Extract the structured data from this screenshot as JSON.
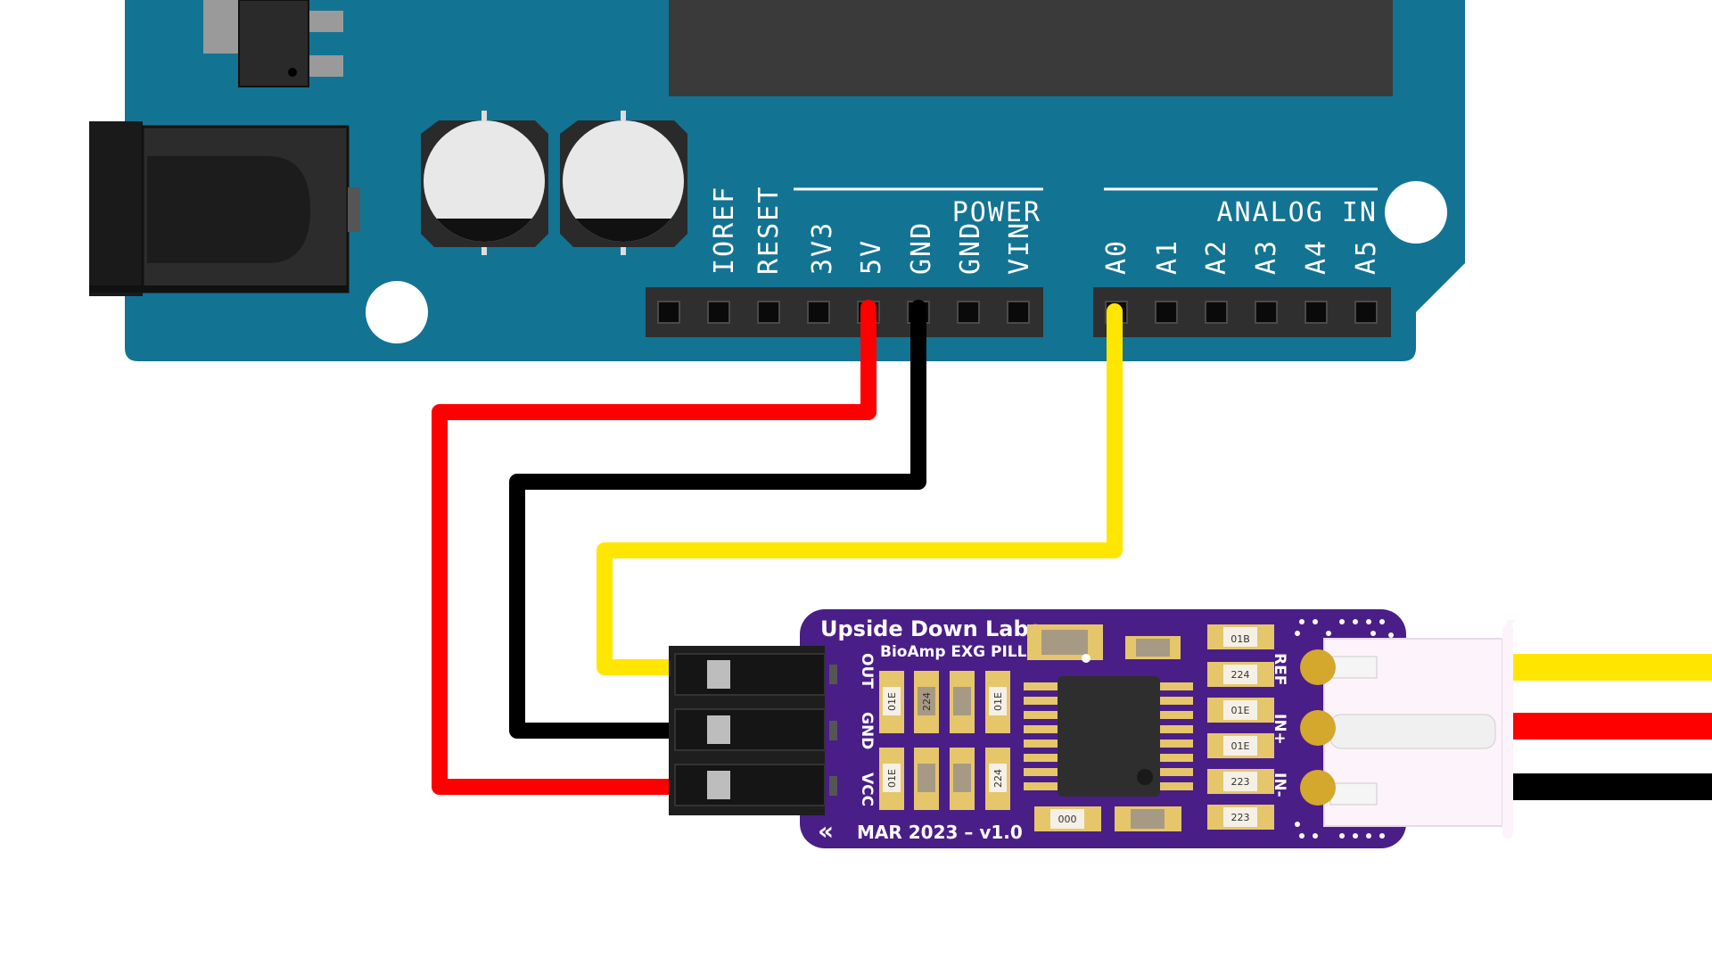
{
  "arduino": {
    "header_power_title": "POWER",
    "header_analog_title": "ANALOG IN",
    "power_pins": [
      "IOREF",
      "RESET",
      "3V3",
      "5V",
      "GND",
      "GND",
      "VIN"
    ],
    "analog_pins": [
      "A0",
      "A1",
      "A2",
      "A3",
      "A4",
      "A5"
    ],
    "board_color": "#137393"
  },
  "module": {
    "brand": "Upside Down Labs",
    "product": "BioAmp EXG PILL",
    "revision": "MAR 2023 – v1.0",
    "chevron": "«",
    "left_pins": [
      "OUT",
      "GND",
      "VCC"
    ],
    "right_pins": [
      "REF",
      "IN+",
      "IN-"
    ],
    "board_color": "#4a1e87",
    "component_codes": [
      "01B",
      "224",
      "01E",
      "01E",
      "223",
      "223",
      "01E",
      "224",
      "01E",
      "01E",
      "224",
      "000"
    ]
  },
  "wires": {
    "vcc_color": "#ff0000",
    "gnd_color": "#000000",
    "signal_color": "#ffe600"
  }
}
